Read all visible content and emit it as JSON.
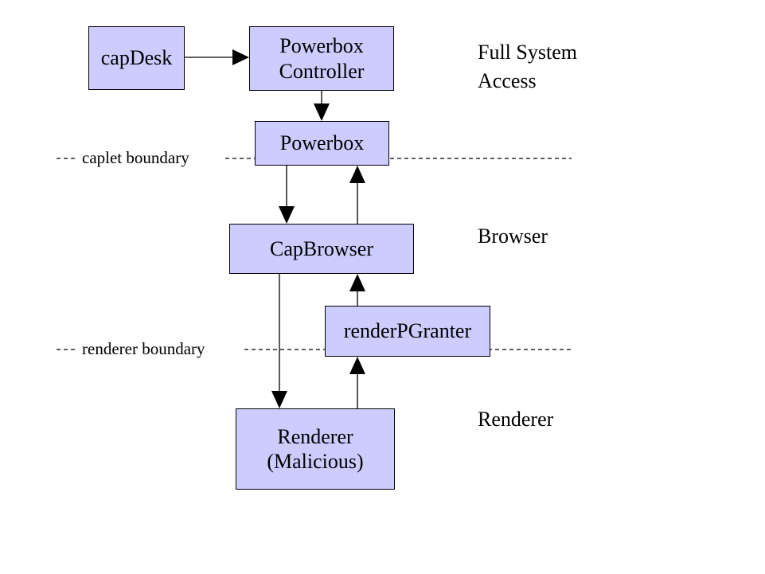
{
  "nodes": {
    "capdesk": {
      "label": "capDesk"
    },
    "powerbox_controller": {
      "line1": "Powerbox",
      "line2": "Controller"
    },
    "powerbox": {
      "label": "Powerbox"
    },
    "capbrowser": {
      "label": "CapBrowser"
    },
    "renderpgranter": {
      "label": "renderPGranter"
    },
    "renderer": {
      "line1": "Renderer",
      "line2": "(Malicious)"
    }
  },
  "zones": {
    "full_system": {
      "line1": "Full System",
      "line2": "Access"
    },
    "browser": {
      "label": "Browser"
    },
    "renderer": {
      "label": "Renderer"
    }
  },
  "boundaries": {
    "caplet": {
      "label": "caplet boundary"
    },
    "renderer": {
      "label": "renderer boundary"
    }
  },
  "colors": {
    "node_fill": "#ccccff",
    "line": "#000000",
    "background": "#ffffff"
  }
}
